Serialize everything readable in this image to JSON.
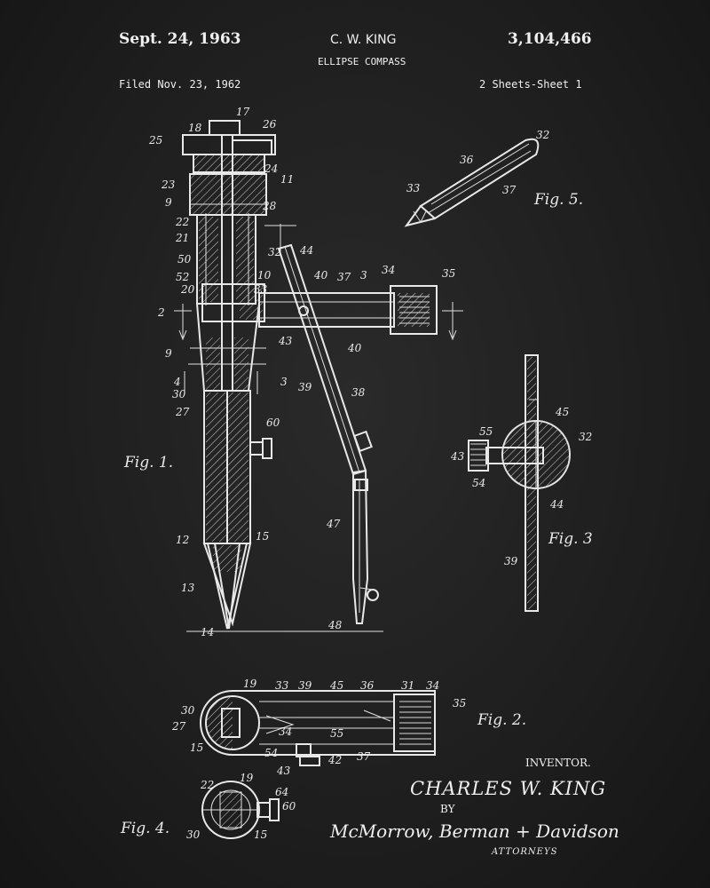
{
  "header": {
    "date": "Sept. 24, 1963",
    "inventor_header": "C. W. KING",
    "title": "ELLIPSE COMPASS",
    "patent_number": "3,104,466",
    "filed": "Filed Nov. 23, 1962",
    "sheets": "2 Sheets-Sheet 1"
  },
  "figure_labels": {
    "fig1": "Fig. 1.",
    "fig2": "Fig. 2.",
    "fig3": "Fig. 3",
    "fig4": "Fig. 4.",
    "fig5": "Fig. 5."
  },
  "reference_numerals": {
    "fig1": [
      "18",
      "17",
      "26",
      "25",
      "24",
      "11",
      "23",
      "9",
      "22",
      "21",
      "50",
      "52",
      "20",
      "28",
      "32",
      "10",
      "33",
      "2",
      "9",
      "4",
      "30",
      "27",
      "60",
      "12",
      "15",
      "13",
      "14",
      "44",
      "40",
      "37",
      "3",
      "34",
      "35",
      "43",
      "40",
      "3",
      "39",
      "38",
      "47",
      "48"
    ],
    "fig2": [
      "19",
      "33",
      "39",
      "45",
      "36",
      "31",
      "34",
      "35",
      "30",
      "27",
      "15",
      "34",
      "55",
      "54",
      "43",
      "42",
      "37"
    ],
    "fig3": [
      "45",
      "55",
      "32",
      "43",
      "54",
      "44",
      "39"
    ],
    "fig4": [
      "22",
      "19",
      "64",
      "60",
      "30",
      "15"
    ],
    "fig5": [
      "32",
      "36",
      "33",
      "37"
    ]
  },
  "signature": {
    "inventor_caption": "INVENTOR.",
    "inventor_name": "CHARLES W. KING",
    "by": "BY",
    "attorneys_name": "McMorrow, Berman + Davidson",
    "attorneys_caption": "ATTORNEYS"
  },
  "colors": {
    "background": "#1e1e1e",
    "ink": "#ececec"
  }
}
